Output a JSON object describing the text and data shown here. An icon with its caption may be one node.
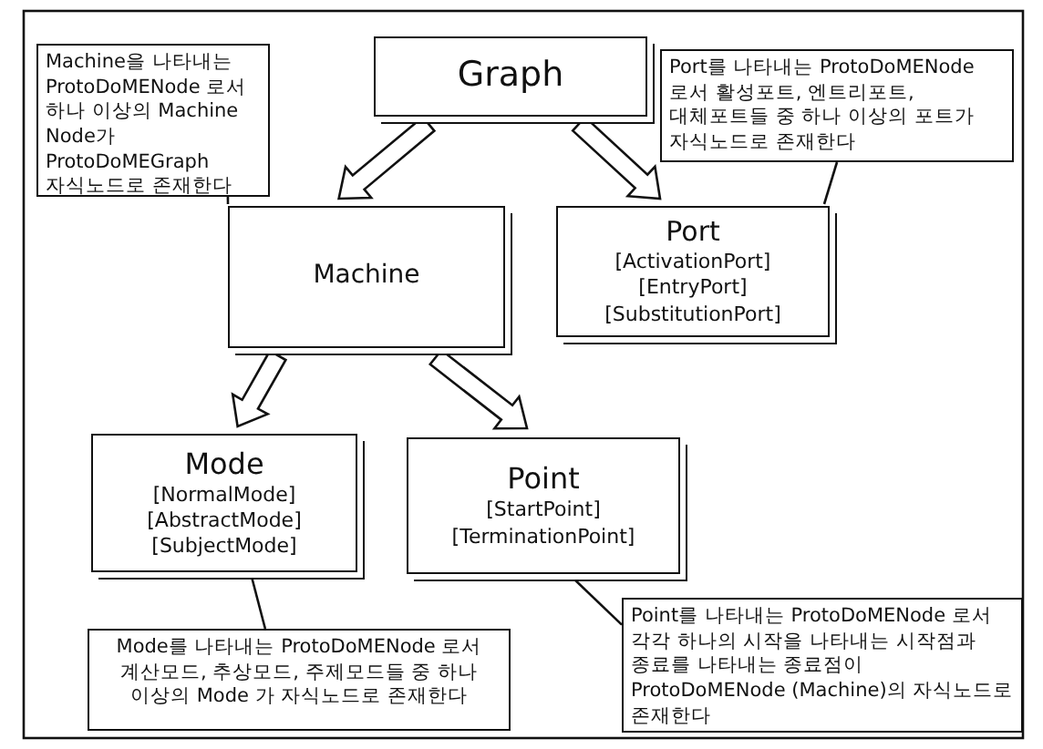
{
  "diagram": {
    "nodes": [
      {
        "text": [
          "Graph"
        ]
      },
      {
        "text": [
          "Machine"
        ]
      },
      {
        "text": [
          "Port",
          "[ActivationPort]",
          "[EntryPort]",
          "[SubstitutionPort]"
        ]
      },
      {
        "text": [
          "Mode",
          "[NormalMode]",
          "[AbstractMode]",
          "[SubjectMode]"
        ]
      },
      {
        "text": [
          "Point",
          "[StartPoint]",
          "[TerminationPoint]"
        ]
      },
      {
        "text": [
          "Machine을 나타내는 ProtoDoMENode 로서 하나 이상의 Machine Node가 ProtoDoMEGraph 자식노드로 존재한다"
        ]
      },
      {
        "text": [
          "Port를 나타내는 ProtoDoMENode 로서 활성포트, 엔트리포트, 대체포트들 중 하나 이상의 포트가 자식노드로 존재한다"
        ]
      },
      {
        "text": [
          "Mode를 나타내는 ProtoDoMENode 로서 계산모드, 추상모드, 주제모드들 중 하나 이상의 Mode 가 자식노드로 존재한다"
        ]
      },
      {
        "text": [
          "Point를 나타내는 ProtoDoMENode 로서 각각 하나의 시작을 나타내는 시작점과 종료를 나타내는 종료점이 ProtoDoMENode (Machine)의 자식노드로 존재한다"
        ]
      }
    ],
    "edges": [
      {
        "from": 0,
        "to": 1,
        "arrow": "to"
      },
      {
        "from": 0,
        "to": 2,
        "arrow": "to"
      },
      {
        "from": 1,
        "to": 3,
        "arrow": "to"
      },
      {
        "from": 1,
        "to": 4,
        "arrow": "to"
      },
      {
        "from": 5,
        "to": 1,
        "arrow": "none"
      },
      {
        "from": 6,
        "to": 2,
        "arrow": "none"
      },
      {
        "from": 7,
        "to": 3,
        "arrow": "none"
      },
      {
        "from": 8,
        "to": 4,
        "arrow": "none"
      }
    ]
  }
}
